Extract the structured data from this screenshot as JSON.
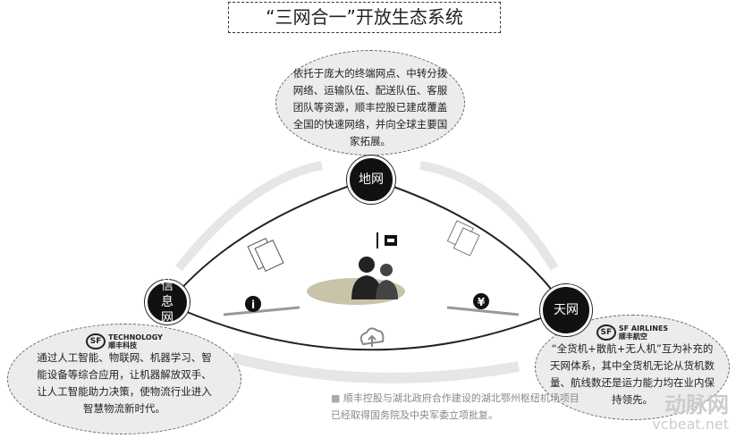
{
  "title": "“三网合一”开放生态系统",
  "nodes": {
    "top": "地网",
    "left": "信息网",
    "right": "天网"
  },
  "top_bubble": "依托于庞大的终端网点、中转分拨网络、运输队伍、配送队伍、客服团队等资源，顺丰控股已建成覆盖全国的快速网络，并向全球主要国家拓展。",
  "left_bubble": {
    "logo_en": "TECHNOLOGY",
    "logo_cn": "顺丰科技",
    "logo_mark": "SF",
    "text": "通过人工智能、物联网、机器学习、智能设备等综合应用，让机器解放双手、让人工智能助力决策，使物流行业进入智慧物流新时代。"
  },
  "right_bubble": {
    "logo_en": "SF AIRLINES",
    "logo_cn": "顺丰航空",
    "logo_mark": "SF",
    "text": "“全货机+散航+无人机”互为补充的天网体系，其中全货机无论从货机数量、航线数还是运力能力均在业内保持领先。"
  },
  "note": "顺丰控股与湖北政府合作建设的湖北鄂州枢纽机场项目已经取得国务院及中央军委立项批复。",
  "watermark": {
    "cn": "动脉网",
    "url": "vcbeat.net"
  },
  "icons": [
    "info-icon",
    "yen-icon",
    "cloud-upload-icon",
    "people-icon",
    "document-icon",
    "package-icon"
  ]
}
